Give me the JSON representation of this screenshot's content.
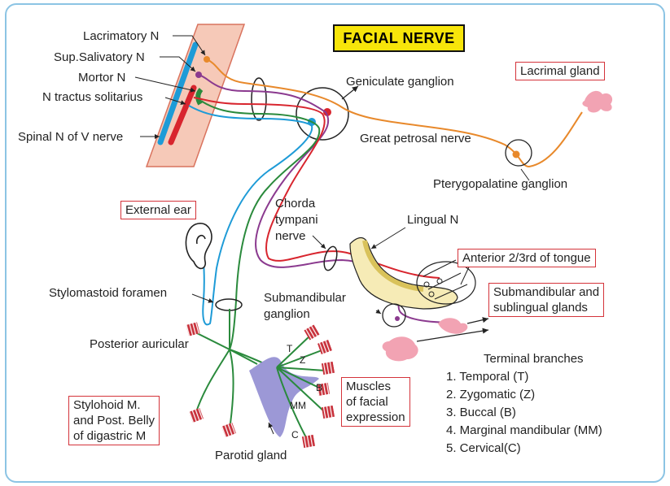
{
  "title": "FACIAL NERVE",
  "nuclei": {
    "lacrimatory": "Lacrimatory N",
    "sup_salivatory": "Sup.Salivatory N",
    "motor": "Mortor N",
    "tractus": "N tractus solitarius",
    "spinal_v": "Spinal N of V nerve"
  },
  "labels": {
    "geniculate": "Geniculate ganglion",
    "great_petrosal": "Great petrosal nerve",
    "pterygopalatine": "Pterygopalatine ganglion",
    "chorda_line1": "Chorda",
    "chorda_line2": "tympani",
    "chorda_line3": "nerve",
    "lingual": "Lingual N",
    "stylomastoid": "Stylomastoid foramen",
    "submandibular_line1": "Submandibular",
    "submandibular_line2": "ganglion",
    "posterior_auricular": "Posterior auricular",
    "parotid": "Parotid gland",
    "branch_t": "T",
    "branch_z": "Z",
    "branch_b": "B",
    "branch_mm": "MM",
    "branch_c": "C"
  },
  "boxes": {
    "lacrimal_gland": "Lacrimal gland",
    "external_ear": "External ear",
    "anterior_tongue": "Anterior 2/3rd of tongue",
    "submandibular_glands_line1": "Submandibular and",
    "submandibular_glands_line2": "sublingual glands",
    "muscles_line1": "Muscles",
    "muscles_line2": "of facial",
    "muscles_line3": "expression",
    "stylohoid_line1": "Stylohoid M.",
    "stylohoid_line2": "and Post. Belly",
    "stylohoid_line3": "of digastric M"
  },
  "terminal_branches": {
    "heading": "Terminal branches",
    "items": [
      "1. Temporal (T)",
      "2. Zygomatic (Z)",
      "3. Buccal (B)",
      "4. Marginal mandibular (MM)",
      "5. Cervical(C)"
    ]
  },
  "colors": {
    "frame": "#8cc4e4",
    "title_bg": "#f7e50a",
    "box_border": "#d4333a",
    "brainstem": "#f6c9b8",
    "lacrimatory_fiber": "#e8892b",
    "salivatory_fiber": "#8b3a8f",
    "motor_fiber": "#2a8a3c",
    "taste_fiber": "#d8252e",
    "sensory_fiber": "#1e9bd7",
    "gland": "#f2a3b3",
    "parotid": "#9c98d6",
    "tongue": "#f6ebb6",
    "muscle": "#c8323c"
  }
}
